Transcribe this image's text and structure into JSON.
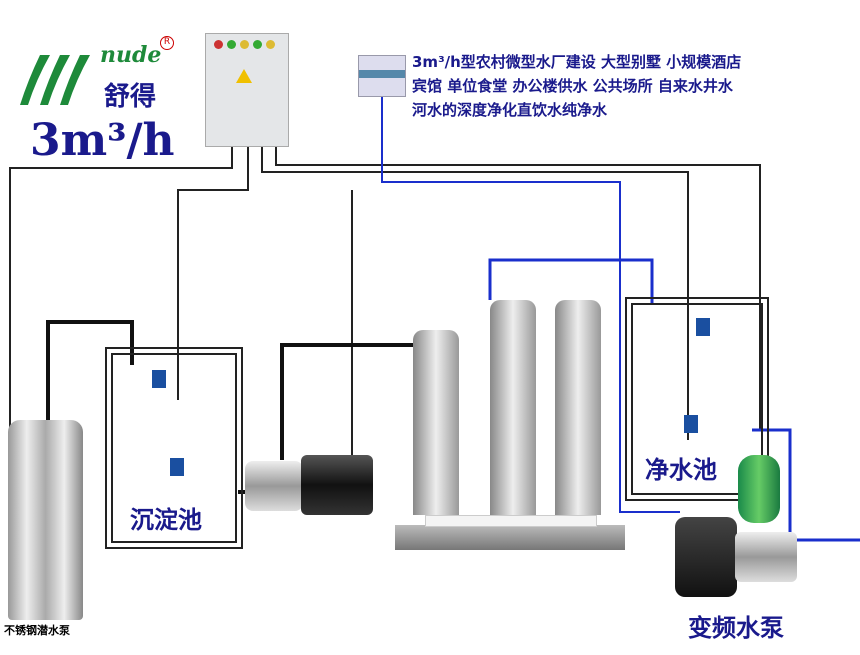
{
  "brand": {
    "logo_text": "nude",
    "registered": "R",
    "name": "舒得"
  },
  "capacity": "3m³/h",
  "description": [
    "3m³/h型农村微型水厂建设 大型别墅 小规模酒店",
    "宾馆 单位食堂 办公楼供水 公共场所 自来水井水",
    "河水的深度净化直饮水纯净水"
  ],
  "labels": {
    "sedimentation_tank": "沉淀池",
    "clean_tank": "净水池",
    "submersible_pump": "不锈钢潜水泵",
    "vfd_pump": "变频水泵"
  },
  "colors": {
    "text_blue": "#1a1a8c",
    "wire_blue": "#1a2fcc",
    "logo_green": "#1e8a3a"
  }
}
